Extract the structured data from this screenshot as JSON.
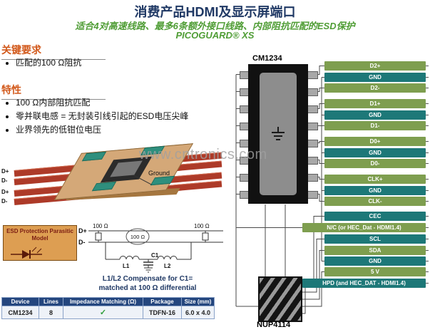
{
  "header": {
    "title": "消费产品HDMI及显示屏端口",
    "subtitle_line1": "适合4对高速线路、最多6条额外接口线路、内部阻抗匹配的ESD保护",
    "subtitle_line2": "PICOGUARD® XS"
  },
  "left": {
    "key_requirements": {
      "heading": "关键要求",
      "items": [
        "匹配的100 Ω阻抗"
      ]
    },
    "features": {
      "heading": "特性",
      "items": [
        "100 Ω内部阻抗匹配",
        "零并联电感 = 无封装引线引起的ESD电压尖峰",
        "业界领先的低钳位电压"
      ]
    },
    "diagram3d": {
      "trace_labels": [
        "D+",
        "D-",
        "D+",
        "D-"
      ],
      "ground_label": "Ground"
    },
    "esd_model": {
      "label": "ESD Protection Parasitic Model"
    },
    "circuit": {
      "dplus": "D+",
      "dminus": "D-",
      "impedance_left": "100 Ω",
      "impedance_center": "100 Ω",
      "impedance_right": "100 Ω",
      "l1": "L1",
      "c1": "C1",
      "l2": "L2",
      "note_line1": "L1/L2 Compensate for C1=",
      "note_line2": "matched at 100 Ω differential"
    },
    "table": {
      "headers": [
        "Device",
        "Lines",
        "Impedance Matching (Ω)",
        "Package",
        "Size (mm)"
      ],
      "rows": [
        [
          "CM1234",
          "8",
          "✓",
          "TDFN-16",
          "6.0 x 4.0"
        ]
      ]
    }
  },
  "right": {
    "chip_label": "CM1234",
    "bottom_chip_label": "NUP4114",
    "lines": [
      {
        "label": "D2+",
        "color": "#7e9e4f"
      },
      {
        "label": "GND",
        "color": "#1d7878"
      },
      {
        "label": "D2-",
        "color": "#7e9e4f"
      },
      {
        "label": "D1+",
        "color": "#7e9e4f"
      },
      {
        "label": "GND",
        "color": "#1d7878"
      },
      {
        "label": "D1-",
        "color": "#7e9e4f"
      },
      {
        "label": "D0+",
        "color": "#7e9e4f"
      },
      {
        "label": "GND",
        "color": "#1d7878"
      },
      {
        "label": "D0-",
        "color": "#7e9e4f"
      },
      {
        "label": "CLK+",
        "color": "#7e9e4f"
      },
      {
        "label": "GND",
        "color": "#1d7878"
      },
      {
        "label": "CLK-",
        "color": "#7e9e4f"
      },
      {
        "label": "CEC",
        "color": "#1d7878"
      },
      {
        "label": "N/C (or HEC_Dat - HDMI1.4)",
        "color": "#7e9e4f"
      },
      {
        "label": "SCL",
        "color": "#1d7878"
      },
      {
        "label": "SDA",
        "color": "#7e9e4f"
      },
      {
        "label": "GND",
        "color": "#1d7878"
      },
      {
        "label": "5 V",
        "color": "#7e9e4f"
      },
      {
        "label": "HPD (and HEC_DAT - HDMI1.4)",
        "color": "#1d7878"
      }
    ]
  },
  "watermark": "www.cntronics.com",
  "colors": {
    "title": "#1f3864",
    "subtitle": "#4f9d35",
    "section_heading": "#d2591b",
    "bar_green": "#7e9e4f",
    "bar_teal": "#1d7878",
    "table_header_bg": "#24467e",
    "check": "#2e9e3a",
    "trace_red": "#ad3a28",
    "board_tan": "#d4a878",
    "esd_box_bg": "#dd9e52"
  }
}
